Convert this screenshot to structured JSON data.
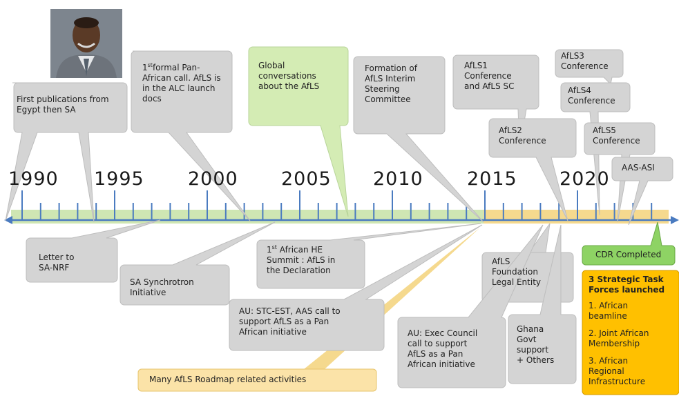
{
  "timeline": {
    "years": [
      "1990",
      "1995",
      "2000",
      "2005",
      "2010",
      "2015",
      "2020"
    ]
  },
  "callouts": {
    "egypt": "First publications from\nEgypt then SA",
    "panafrican_a": "formal Pan-\nAfrican call. AfLS is\nin the ALC launch\ndocs",
    "panafrican_num": "1",
    "panafrican_sup": "st",
    "global": "Global\nconversations\nabout the AfLS",
    "formation": "Formation of\nAfLS Interim\nSteering\nCommittee",
    "afls1": "AfLS1\nConference\nand AfLS SC",
    "afls3": "AfLS3\nConference",
    "afls4": "AfLS4\nConference",
    "afls2": "AfLS2\nConference",
    "afls5": "AfLS5\nConference",
    "aasasi": "AAS-ASI",
    "letter": "Letter to\nSA-NRF",
    "synchrotron": "SA Synchrotron\nInitiative",
    "summit_num": "1",
    "summit_sup": "st",
    "summit": "African HE\nSummit : AfLS in\nthe Declaration",
    "au_stc": "AU: STC-EST, AAS call to\nsupport AfLS as a Pan\nAfrican initiative",
    "foundation": "AfLS\nFoundation\nLegal Entity",
    "au_exec": "AU: Exec Council\ncall to support\nAfLS as a Pan\nAfrican initiative",
    "ghana": "Ghana\nGovt\nsupport\n+ Others",
    "roadmap": "Many AfLS Roadmap related activities",
    "cdr": "CDR Completed",
    "taskforce_title": "3 Strategic Task\nForces launched",
    "taskforce_items": [
      "1. African\n    beamline",
      "2. Joint African\n    Membership",
      "3. African\n    Regional\n    Infrastructure"
    ]
  },
  "colors": {
    "grey_callout": "#d4d4d4",
    "green_callout": "#d4ecb4",
    "yellow_band": "#f5d98e",
    "orange_box": "#ffc000",
    "green_box": "#8ed364",
    "axis_blue": "#4a7bc0"
  }
}
